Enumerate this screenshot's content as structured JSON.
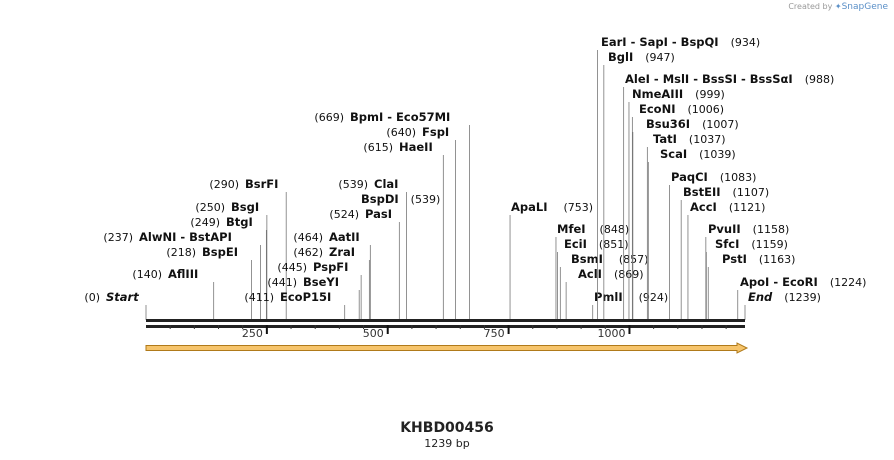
{
  "brand": {
    "created_by": "Created by",
    "name": "SnapGene",
    "logo_icon": "snapgene-logo-icon"
  },
  "sequence": {
    "name": "KHBD00456",
    "length_label": "1239 bp",
    "length": 1239
  },
  "ruler": {
    "ticks": [
      "250",
      "500",
      "750",
      "1000"
    ],
    "tick_values": [
      250,
      500,
      750,
      1000
    ]
  },
  "colors": {
    "feature_fill": "#f6c46b",
    "feature_edge": "#b07a1a",
    "backbone": "#222222"
  },
  "sites": [
    {
      "pos": 0,
      "pos_label": "(0)",
      "name": "Start",
      "italic": true
    },
    {
      "pos": 140,
      "pos_label": "(140)",
      "name": "AflIII"
    },
    {
      "pos": 218,
      "pos_label": "(218)",
      "name": "BspEI"
    },
    {
      "pos": 237,
      "pos_label": "(237)",
      "name": "AlwNI  - BstAPI"
    },
    {
      "pos": 249,
      "pos_label": "(249)",
      "name": "BtgI"
    },
    {
      "pos": 250,
      "pos_label": "(250)",
      "name": "BsgI"
    },
    {
      "pos": 290,
      "pos_label": "(290)",
      "name": "BsrFI"
    },
    {
      "pos": 411,
      "pos_label": "(411)",
      "name": "EcoP15I"
    },
    {
      "pos": 441,
      "pos_label": "(441)",
      "name": "BseYI"
    },
    {
      "pos": 445,
      "pos_label": "(445)",
      "name": "PspFI"
    },
    {
      "pos": 462,
      "pos_label": "(462)",
      "name": "ZraI"
    },
    {
      "pos": 464,
      "pos_label": "(464)",
      "name": "AatII"
    },
    {
      "pos": 524,
      "pos_label": "(524)",
      "name": "PasI"
    },
    {
      "pos": 539,
      "pos_label": "(539)",
      "name": "BspDI"
    },
    {
      "pos": 539,
      "pos_label": "(539)",
      "name": "ClaI"
    },
    {
      "pos": 615,
      "pos_label": "(615)",
      "name": "HaeII"
    },
    {
      "pos": 640,
      "pos_label": "(640)",
      "name": "FspI"
    },
    {
      "pos": 669,
      "pos_label": "(669)",
      "name": "BpmI  - Eco57MI"
    },
    {
      "pos": 753,
      "pos_label": "(753)",
      "name": "ApaLI"
    },
    {
      "pos": 848,
      "pos_label": "(848)",
      "name": "MfeI"
    },
    {
      "pos": 851,
      "pos_label": "(851)",
      "name": "EciI"
    },
    {
      "pos": 857,
      "pos_label": "(857)",
      "name": "BsmI"
    },
    {
      "pos": 869,
      "pos_label": "(869)",
      "name": "AclI"
    },
    {
      "pos": 924,
      "pos_label": "(924)",
      "name": "PmlI"
    },
    {
      "pos": 934,
      "pos_label": "(934)",
      "name": "EarI  - SapI  - BspQI"
    },
    {
      "pos": 947,
      "pos_label": "(947)",
      "name": "BglI"
    },
    {
      "pos": 988,
      "pos_label": "(988)",
      "name": "AleI  - MslI  - BssSI  - BssSαI"
    },
    {
      "pos": 999,
      "pos_label": "(999)",
      "name": "NmeAIII"
    },
    {
      "pos": 1006,
      "pos_label": "(1006)",
      "name": "EcoNI"
    },
    {
      "pos": 1007,
      "pos_label": "(1007)",
      "name": "Bsu36I"
    },
    {
      "pos": 1037,
      "pos_label": "(1037)",
      "name": "TatI"
    },
    {
      "pos": 1039,
      "pos_label": "(1039)",
      "name": "ScaI"
    },
    {
      "pos": 1083,
      "pos_label": "(1083)",
      "name": "PaqCI"
    },
    {
      "pos": 1107,
      "pos_label": "(1107)",
      "name": "BstEII"
    },
    {
      "pos": 1121,
      "pos_label": "(1121)",
      "name": "AccI"
    },
    {
      "pos": 1158,
      "pos_label": "(1158)",
      "name": "PvuII"
    },
    {
      "pos": 1159,
      "pos_label": "(1159)",
      "name": "SfcI"
    },
    {
      "pos": 1163,
      "pos_label": "(1163)",
      "name": "PstI"
    },
    {
      "pos": 1224,
      "pos_label": "(1224)",
      "name": "ApoI  - EcoRI"
    },
    {
      "pos": 1239,
      "pos_label": "(1239)",
      "name": "End",
      "italic": true
    }
  ]
}
